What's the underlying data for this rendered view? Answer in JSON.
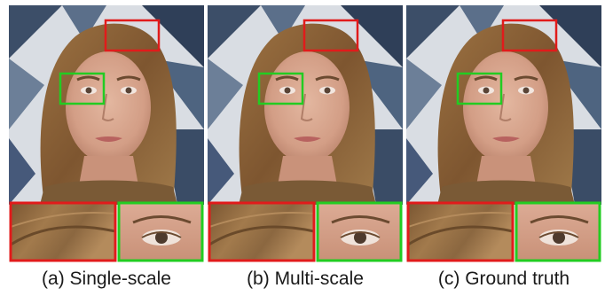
{
  "figure": {
    "panels": [
      {
        "id": "a",
        "caption": "(a) Single-scale"
      },
      {
        "id": "b",
        "caption": "(b) Multi-scale"
      },
      {
        "id": "c",
        "caption": "(c) Ground truth"
      }
    ],
    "colors": {
      "background_tile_dark": "#3c4e68",
      "background_tile_light": "#d9dde3",
      "hair": "#8a6134",
      "skin": "#d8a88f",
      "red_box": "#e11b1b",
      "green_box": "#22cc22"
    }
  }
}
